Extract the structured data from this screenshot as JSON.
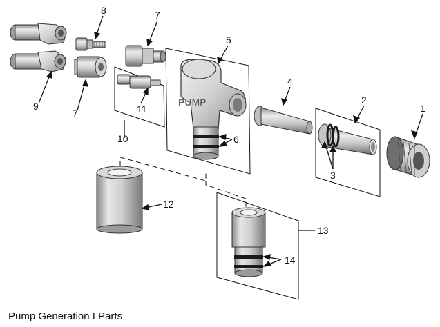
{
  "caption": "Pump Generation I Parts",
  "callouts": {
    "c1": "1",
    "c2": "2",
    "c3": "3",
    "c4": "4",
    "c5": "5",
    "c6": "6",
    "c7a": "7",
    "c7b": "7",
    "c8": "8",
    "c9": "9",
    "c10": "10",
    "c11": "11",
    "c12": "12",
    "c13": "13",
    "c14": "14"
  },
  "embossed_text": "PUMP",
  "colors": {
    "line": "#111111",
    "part_light": "#e8e8e8",
    "part_mid": "#bdbdbd",
    "part_dark": "#6e6e6e",
    "oring": "#1a1a1a"
  }
}
